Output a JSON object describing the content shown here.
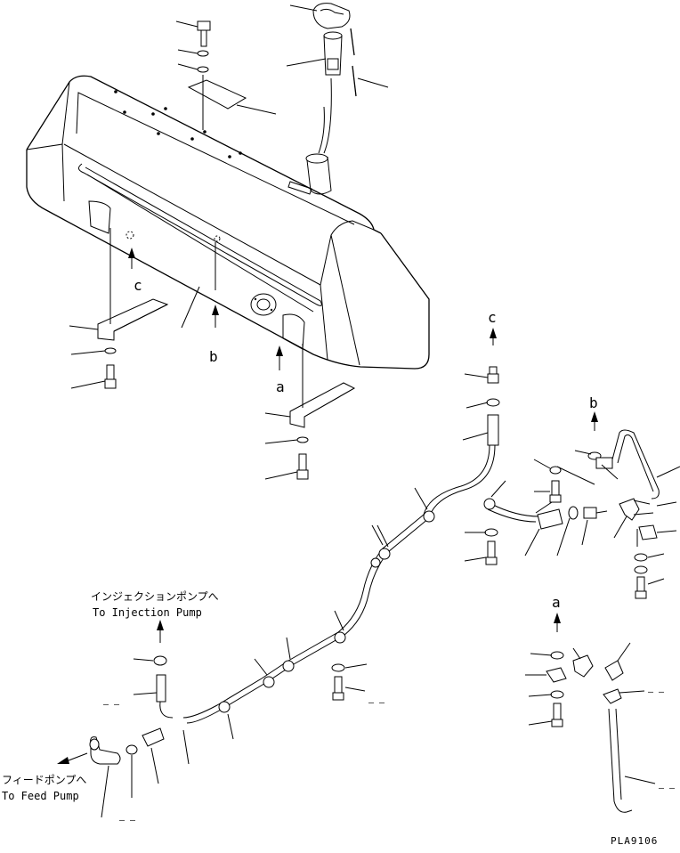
{
  "labels": {
    "arrow_a": "a",
    "arrow_b": "b",
    "arrow_c": "c"
  },
  "destinations": {
    "injection_jp": "インジェクションポンプへ",
    "injection_en": "To Injection Pump",
    "feed_jp": "フィードポンプへ",
    "feed_en": "To Feed Pump"
  },
  "drawing_code": "PLA9106",
  "dash_marks": [
    "– –",
    "– –",
    "– –",
    "– –",
    "– –"
  ]
}
